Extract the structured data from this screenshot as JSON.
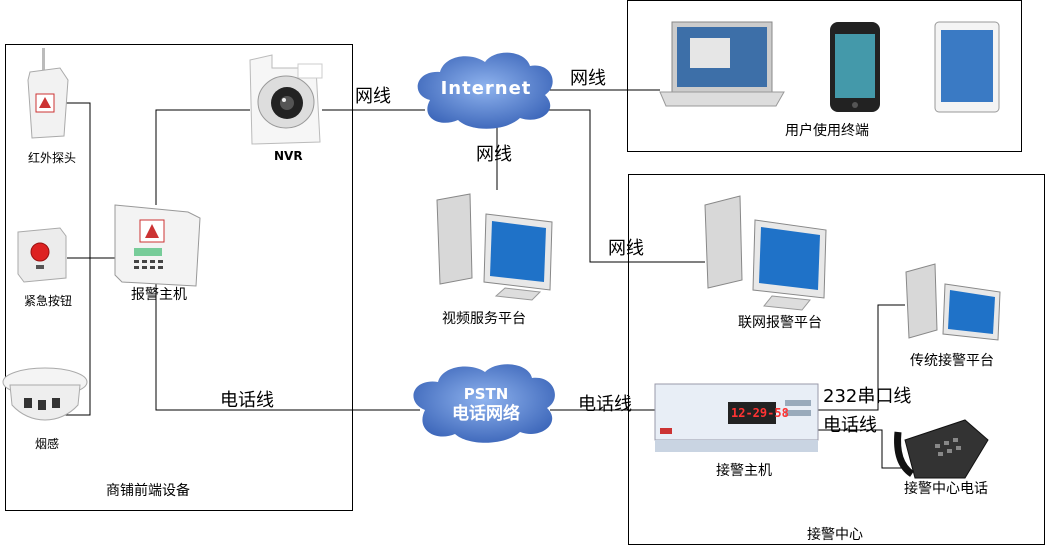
{
  "groups": {
    "front": "商铺前端设备",
    "user": "用户使用终端",
    "center": "接警中心"
  },
  "devices": {
    "ir": "红外探头",
    "panic": "紧急按钮",
    "smoke": "烟感",
    "panel": "报警主机",
    "nvr": "NVR",
    "video_platform": "视频服务平台",
    "net_platform": "联网报警平台",
    "legacy_platform": "传统接警平台",
    "receiver": "接警主机",
    "center_phone": "接警中心电话"
  },
  "clouds": {
    "internet": "Internet",
    "pstn_1": "PSTN",
    "pstn_2": "电话网络"
  },
  "links": {
    "net_nvr": "网线",
    "net_user": "网线",
    "net_video": "网线",
    "net_center": "网线",
    "phone_panel": "电话线",
    "phone_receiver": "电话线",
    "serial": "232串口线",
    "phone_center": "电话线"
  },
  "receiver_display": "12-29-58",
  "colors": {
    "cloud": "#3f6fc4",
    "screen": "#1f72c8",
    "line": "#000000"
  }
}
